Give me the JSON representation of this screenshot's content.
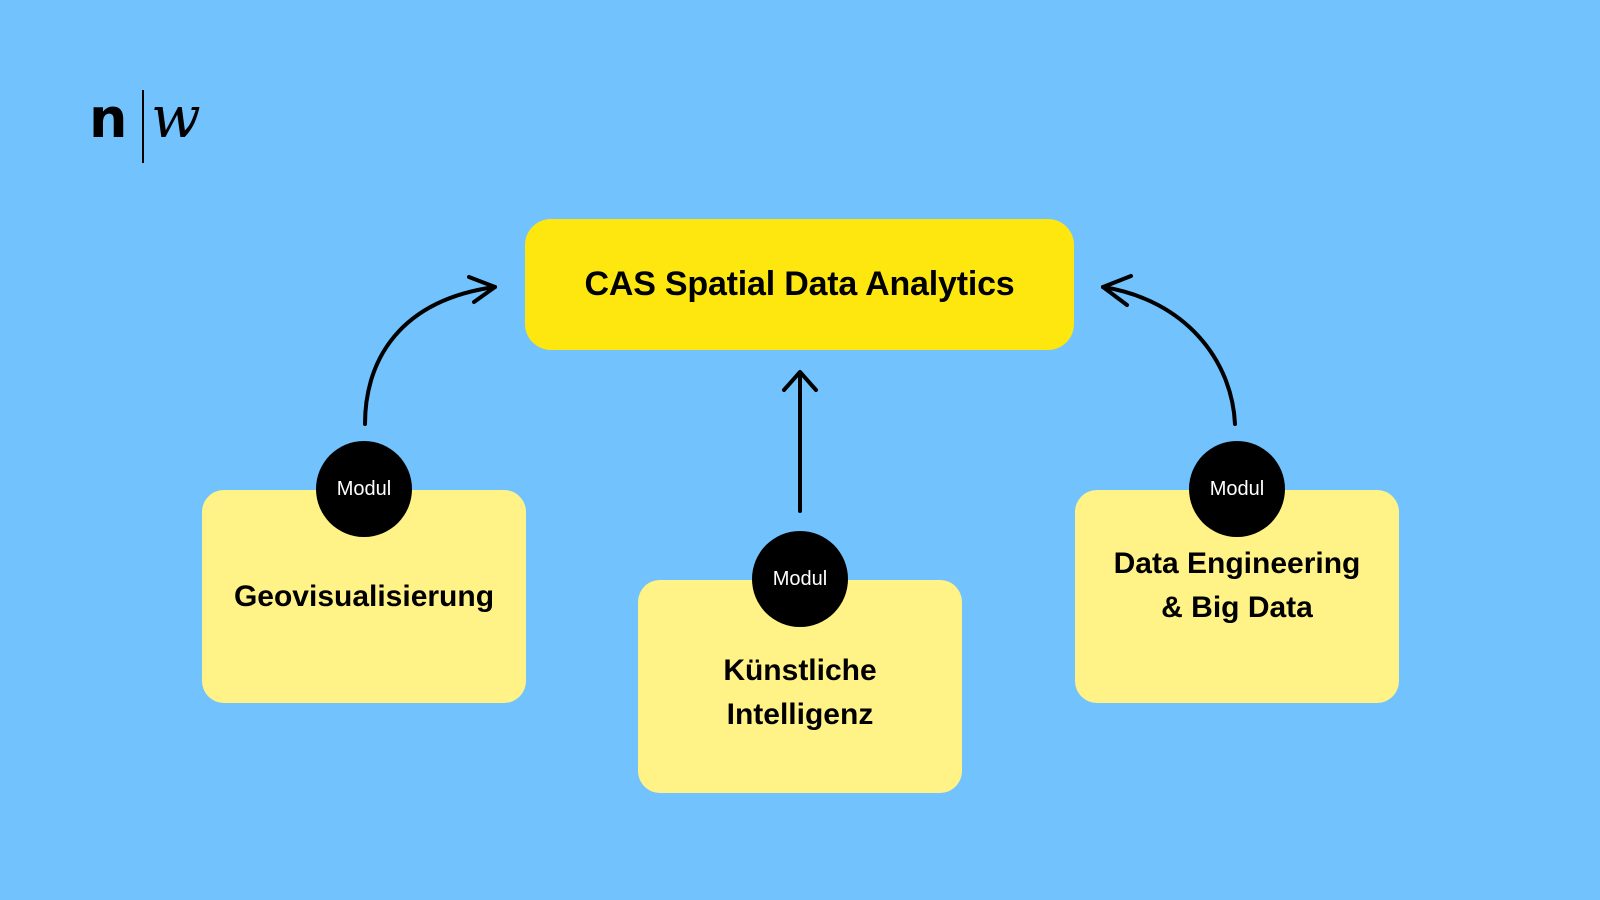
{
  "logo": {
    "left": "n",
    "right": "w"
  },
  "diagram": {
    "title": "CAS Spatial Data Analytics",
    "modules": [
      {
        "badge": "Modul",
        "label": "Geovisualisierung"
      },
      {
        "badge": "Modul",
        "label": "Künstliche\nIntelligenz"
      },
      {
        "badge": "Modul",
        "label": "Data Engineering\n& Big Data"
      }
    ],
    "edges": [
      {
        "from": "Geovisualisierung",
        "to": "CAS Spatial Data Analytics",
        "style": "curved-arrow"
      },
      {
        "from": "Künstliche Intelligenz",
        "to": "CAS Spatial Data Analytics",
        "style": "straight-arrow"
      },
      {
        "from": "Data Engineering & Big Data",
        "to": "CAS Spatial Data Analytics",
        "style": "curved-arrow"
      }
    ]
  },
  "colors": {
    "background": "#71c2fd",
    "title_box": "#fde70f",
    "module_card": "#fff287",
    "badge": "#000000"
  }
}
